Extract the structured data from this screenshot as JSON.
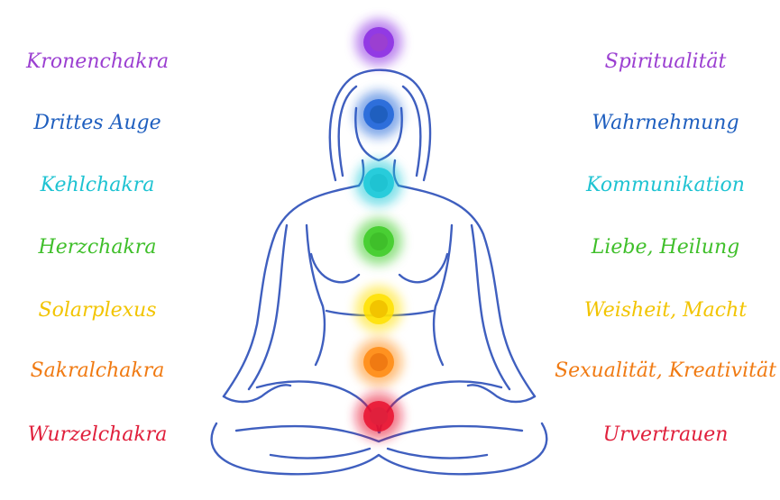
{
  "chakras": [
    {
      "name": "Kronenchakra",
      "meaning": "Spiritualität",
      "color": "#9B3FD1",
      "glow": "#8A2BE2"
    },
    {
      "name": "Drittes Auge",
      "meaning": "Wahrnehmung",
      "color": "#1F5FBF",
      "glow": "#1E64D8"
    },
    {
      "name": "Kehlchakra",
      "meaning": "Kommunikation",
      "color": "#1FC3D2",
      "glow": "#19C8D8"
    },
    {
      "name": "Herzchakra",
      "meaning": "Liebe, Heilung",
      "color": "#3FBF2A",
      "glow": "#3CCB25"
    },
    {
      "name": "Solarplexus",
      "meaning": "Weisheit, Macht",
      "color": "#F2C400",
      "glow": "#FFE000"
    },
    {
      "name": "Sakralchakra",
      "meaning": "Sexualität, Kreativität",
      "color": "#F07A12",
      "glow": "#FF8A10"
    },
    {
      "name": "Wurzelchakra",
      "meaning": "Urvertrauen",
      "color": "#E0203C",
      "glow": "#E8102E"
    }
  ],
  "figure_color": "#3F5FBF"
}
